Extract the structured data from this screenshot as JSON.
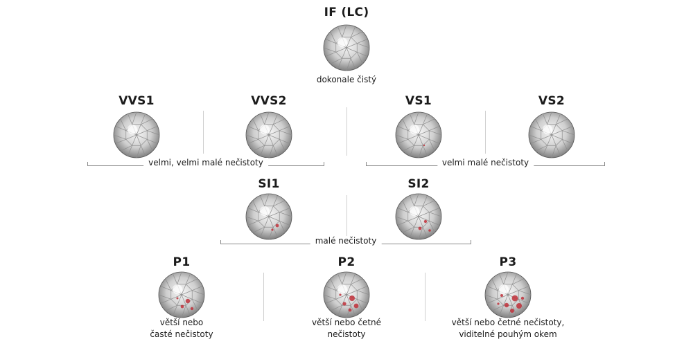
{
  "grades": {
    "if": {
      "title": "IF (LC)",
      "desc": "dokonale čistý"
    },
    "vvs1": {
      "title": "VVS1"
    },
    "vvs2": {
      "title": "VVS2"
    },
    "vs1": {
      "title": "VS1"
    },
    "vs2": {
      "title": "VS2"
    },
    "si1": {
      "title": "SI1"
    },
    "si2": {
      "title": "SI2"
    },
    "p1": {
      "title": "P1",
      "desc_line1": "větší nebo",
      "desc_line2": "časté nečistoty"
    },
    "p2": {
      "title": "P2",
      "desc_line1": "větší nebo četné",
      "desc_line2": "nečistoty"
    },
    "p3": {
      "title": "P3",
      "desc_line1": "větší nebo četné nečistoty,",
      "desc_line2": "viditelné pouhým okem"
    }
  },
  "groups": {
    "vvs": "velmi, velmi malé nečistoty",
    "vs": "velmi malé nečistoty",
    "si": "malé nečistoty"
  },
  "colors": {
    "inclusion": "#c0303a",
    "divider": "#cfcfcf",
    "bracket": "#8a8a8a"
  }
}
